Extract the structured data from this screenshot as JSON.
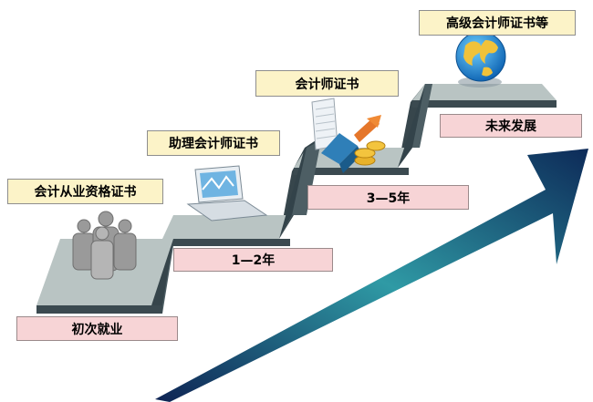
{
  "stages": [
    {
      "stage_label": "初次就业",
      "certificate": "会计从业资格证书"
    },
    {
      "stage_label": "1—2年",
      "certificate": "助理会计师证书"
    },
    {
      "stage_label": "3—5年",
      "certificate": "会计师证书"
    },
    {
      "stage_label": "未来发展",
      "certificate": "高级会计师证书等"
    }
  ],
  "icons": [
    "people-icon",
    "laptop-icon",
    "building-money-icon",
    "globe-icon"
  ],
  "colors": {
    "step_top": "#b9c4c3",
    "step_riser": "#3e4e55",
    "cert_box": "#fcf3c8",
    "stage_box": "#f7d4d6",
    "arrow_dark": "#0e2353",
    "arrow_teal": "#2f9aa5"
  }
}
